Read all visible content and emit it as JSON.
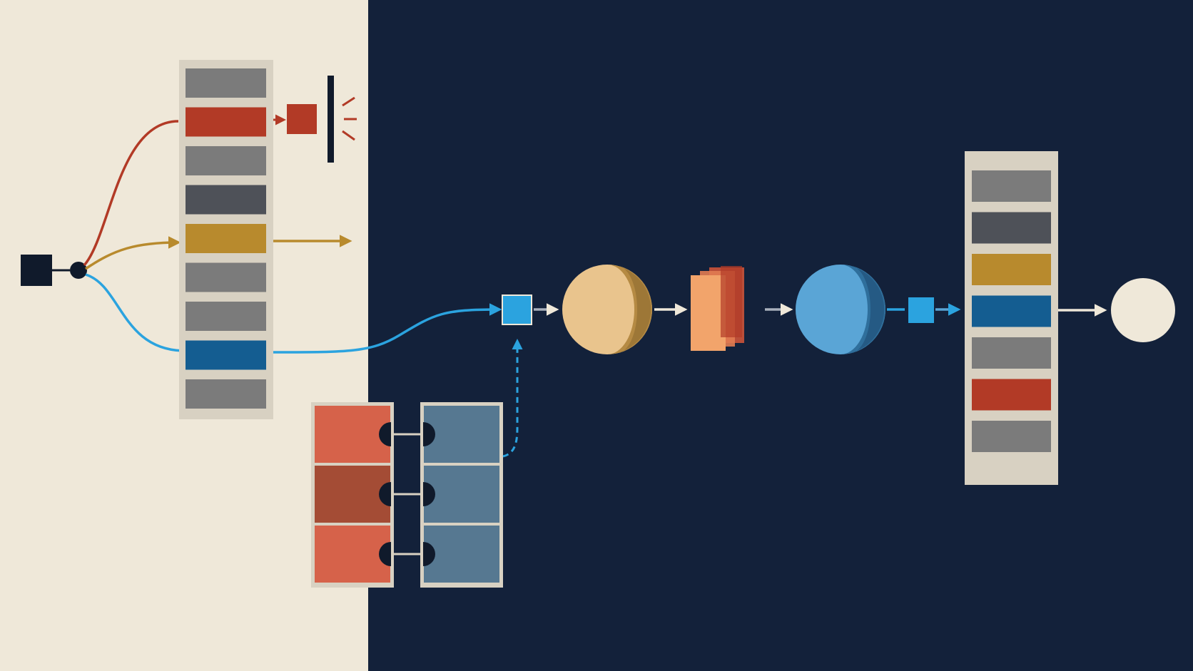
{
  "palette": {
    "cream": "#efe8d9",
    "navy": "#13213a",
    "ink": "#101a2b",
    "gray": "#7b7b7b",
    "dark_gray": "#4e5158",
    "red": "#b23a26",
    "mustard": "#b88a2d",
    "blue": "#145d91",
    "cyan": "#2ba3df",
    "salmon": "#d6624a",
    "rust": "#a44c35",
    "slate_blue": "#567891",
    "sand": "#e9c48d",
    "sky": "#5aa5d6",
    "white_node": "#efe8d9"
  },
  "diagram": {
    "input_icon": "square-node",
    "fork_icon": "circle-junction",
    "left_stack_slots": [
      "gray",
      "red",
      "gray",
      "dark_gray",
      "mustard",
      "gray",
      "gray",
      "blue",
      "gray"
    ],
    "right_stack_slots": [
      "gray",
      "dark_gray",
      "mustard",
      "blue",
      "gray",
      "red",
      "gray"
    ],
    "branches": [
      {
        "name": "red-branch",
        "color": "red",
        "slot": 1,
        "target": "blocked-wall"
      },
      {
        "name": "mustard-branch",
        "color": "mustard",
        "slot": 4,
        "target": "pass-through"
      },
      {
        "name": "blue-branch",
        "color": "cyan",
        "slot": 7,
        "target": "pipeline"
      }
    ],
    "memory_pairs": [
      {
        "left": "salmon",
        "right": "slate_blue"
      },
      {
        "left": "rust",
        "right": "slate_blue"
      },
      {
        "left": "salmon",
        "right": "slate_blue"
      }
    ],
    "pipeline": [
      "merge-square",
      "sand-sphere",
      "layered-prism",
      "blue-sphere",
      "encode-square",
      "right-stack",
      "output-circle"
    ]
  }
}
